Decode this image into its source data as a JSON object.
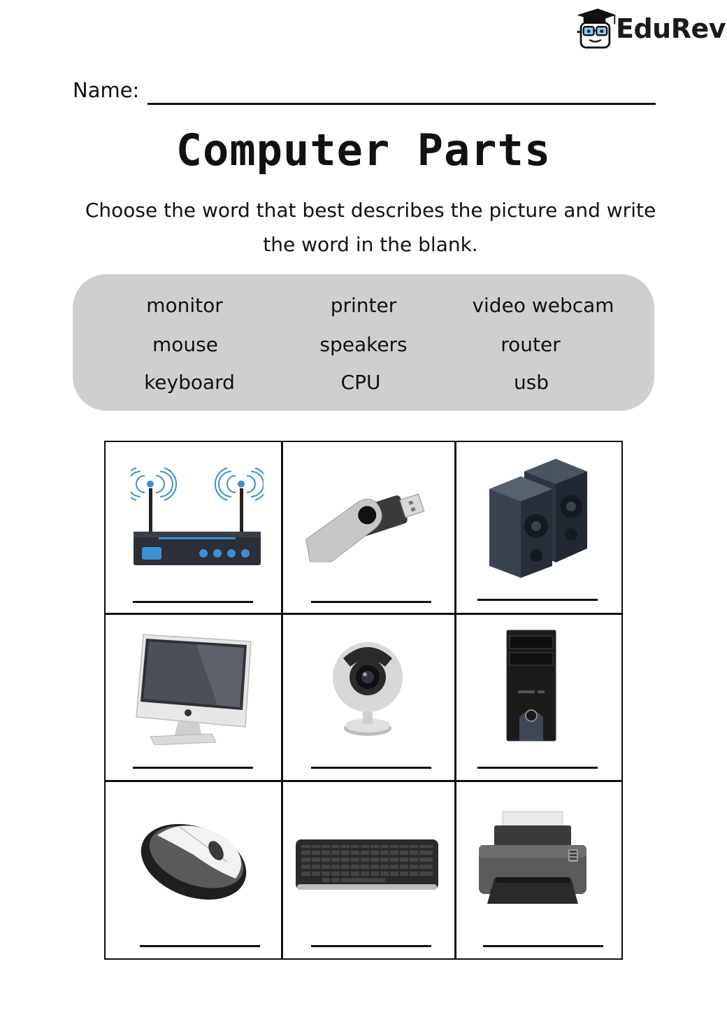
{
  "logo": {
    "text": "EduRev"
  },
  "name_field": {
    "label": "Name:"
  },
  "title": "Computer Parts",
  "instructions": "Choose the word that best describes the picture and write the word in the blank.",
  "word_bank": {
    "words": [
      "monitor",
      "printer",
      "video webcam",
      "mouse",
      "speakers",
      "router",
      "keyboard",
      "CPU",
      "usb"
    ]
  },
  "pictures": [
    {
      "icon": "router-icon"
    },
    {
      "icon": "usb-drive-icon"
    },
    {
      "icon": "speakers-icon"
    },
    {
      "icon": "monitor-icon"
    },
    {
      "icon": "webcam-icon"
    },
    {
      "icon": "cpu-tower-icon"
    },
    {
      "icon": "mouse-icon"
    },
    {
      "icon": "keyboard-icon"
    },
    {
      "icon": "printer-icon"
    }
  ],
  "colors": {
    "word_bank_bg": "#cfcfcf",
    "accent_blue": "#3d8fd1"
  }
}
